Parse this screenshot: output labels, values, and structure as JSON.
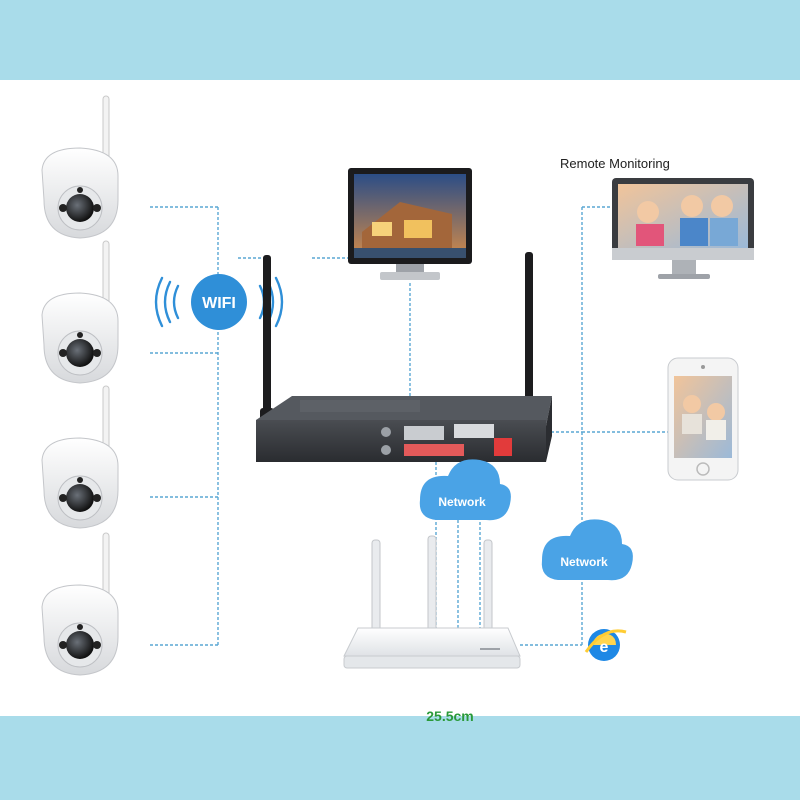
{
  "labels": {
    "wifi": "WIFI",
    "remote_monitoring": "Remote Monitoring",
    "network_nvr": "Network",
    "network_remote": "Network",
    "dimension": "25.5cm"
  },
  "colors": {
    "band": "#a9dcea",
    "connector": "#5aa7d4",
    "wifi_badge": "#2f8fd8",
    "cloud": "#4aa3e6",
    "dimension_text": "#2a9a3a"
  },
  "icons": [
    "camera-icon",
    "wifi-icon",
    "monitor-icon",
    "nvr-icon",
    "router-icon",
    "cloud-icon",
    "smartphone-icon",
    "browser-icon"
  ]
}
